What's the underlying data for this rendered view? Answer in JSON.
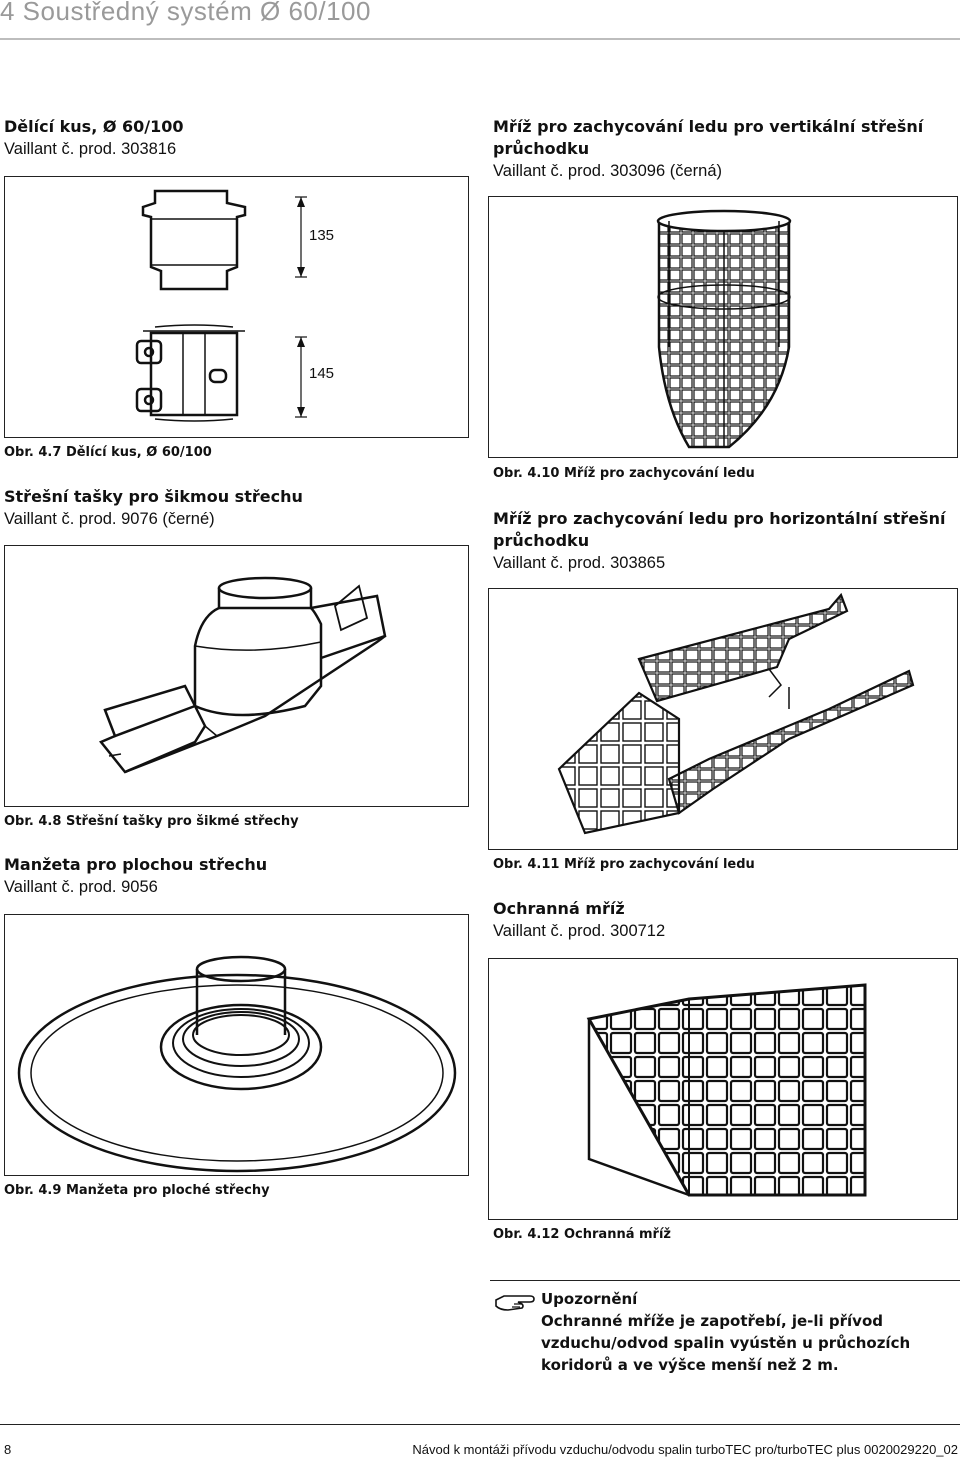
{
  "header": {
    "title": "4 Soustředný systém Ø 60/100"
  },
  "left": {
    "item1": {
      "title": "Dělící kus, Ø 60/100",
      "product": "Vaillant č. prod. 303816",
      "dim1": "135",
      "dim2": "145",
      "caption_prefix": "Obr. 4.7",
      "caption": "Dělící kus, Ø 60/100"
    },
    "item2": {
      "title": "Střešní tašky pro šikmou střechu",
      "product": "Vaillant č. prod. 9076 (černé)",
      "caption_prefix": "Obr. 4.8",
      "caption": "Střešní tašky pro šikmé střechy"
    },
    "item3": {
      "title": "Manžeta pro plochou střechu",
      "product": "Vaillant č. prod. 9056",
      "caption_prefix": "Obr. 4.9",
      "caption": "Manžeta pro ploché střechy"
    }
  },
  "right": {
    "item1": {
      "title_line1": "Mříž pro zachycování ledu pro vertikální střešní",
      "title_line2": "průchodku",
      "product": "Vaillant č. prod. 303096 (černá)",
      "caption_prefix": "Obr. 4.10",
      "caption": "Mříž pro zachycování ledu"
    },
    "item2": {
      "title_line1": "Mříž pro zachycování ledu pro horizontální střešní",
      "title_line2": "průchodku",
      "product": "Vaillant č. prod. 303865",
      "caption_prefix": "Obr. 4.11",
      "caption": "Mříž pro zachycování ledu"
    },
    "item3": {
      "title": "Ochranná mříž",
      "product": "Vaillant č. prod. 300712",
      "caption_prefix": "Obr. 4.12",
      "caption": "Ochranná mříž"
    }
  },
  "note": {
    "icon": "pointing-hand-icon",
    "title": "Upozornění",
    "line1": "Ochranné mříže je zapotřebí, je-li přívod",
    "line2": "vzduchu/odvod spalin vyústěn u průchozích",
    "line3": "koridorů a ve výšce menší než 2 m."
  },
  "footer": {
    "page": "8",
    "text": "Návod k montáži přívodu vzduchu/odvodu spalin turboTEC pro/turboTEC plus 0020029220_02"
  }
}
